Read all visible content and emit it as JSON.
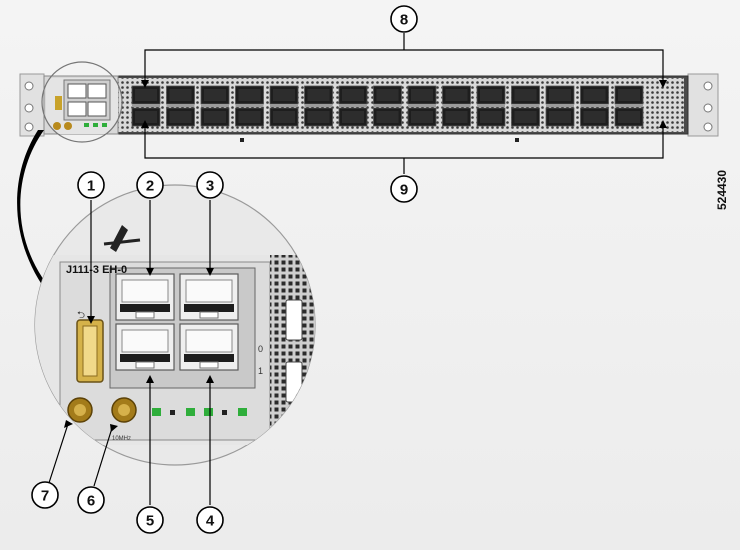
{
  "figure": {
    "id_label": "524430",
    "callouts": [
      "1",
      "2",
      "3",
      "4",
      "5",
      "6",
      "7",
      "8",
      "9"
    ],
    "module_label": "J111-3 EH-0",
    "usb_symbol": "⮌",
    "port_label_a": "0",
    "port_label_b": "1",
    "mhz_label": "10MHz",
    "colors": {
      "chassis": "#5a5a5a",
      "bezel": "#dcdcdc",
      "port_dark": "#1e1e1e",
      "led_green": "#2fae3b",
      "arrow": "#000000"
    },
    "icons": [
      "usb-icon",
      "rj45-port-icon",
      "sma-connector-icon",
      "qsfp-port-icon",
      "arrow-icon"
    ]
  }
}
